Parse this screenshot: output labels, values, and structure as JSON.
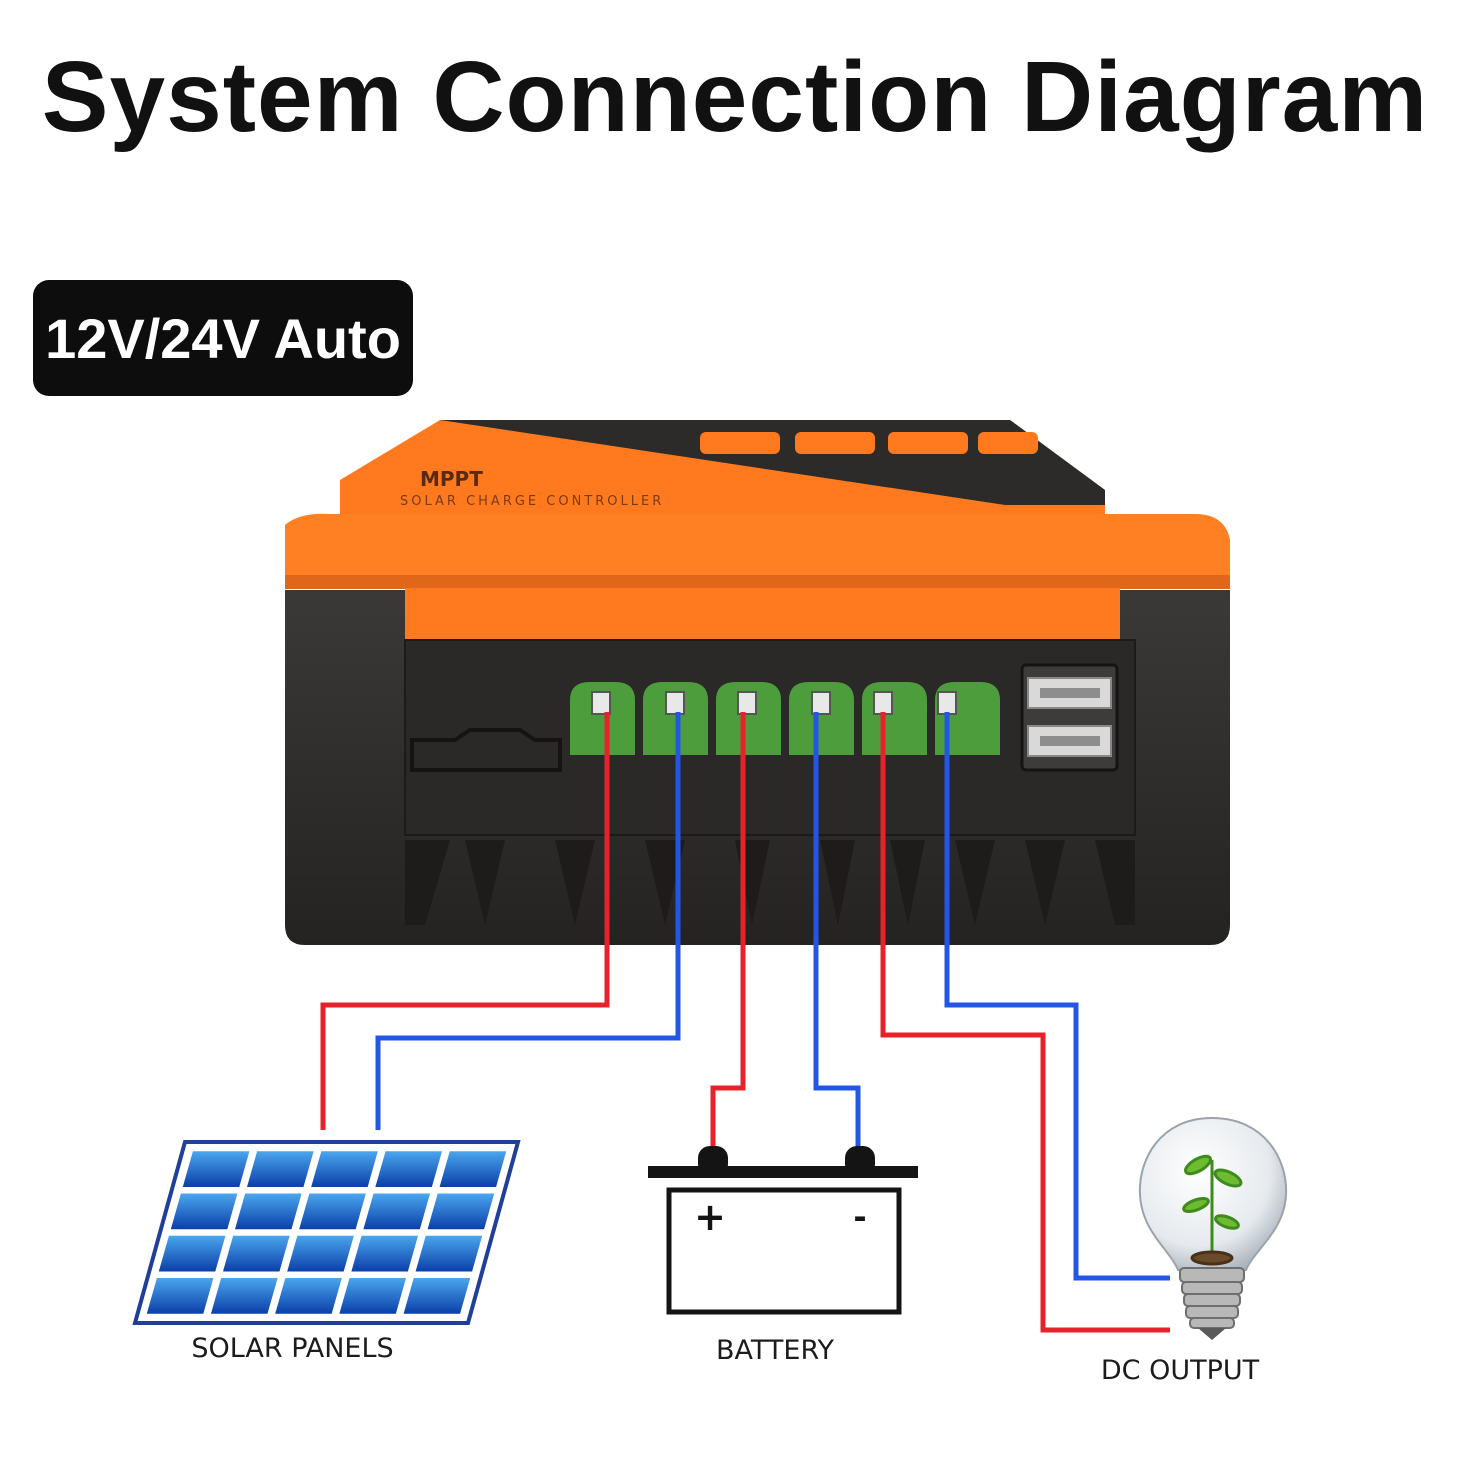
{
  "title": "System Connection Diagram",
  "badge": "12V/24V Auto",
  "controller": {
    "brand": "MPPT",
    "subtitle": "SOLAR CHARGE CONTROLLER",
    "body_color": "#2e2d2c",
    "accent_color": "#ff7a1f",
    "terminal_color": "#4e9d3d"
  },
  "wires": {
    "positive_color": "#e8222a",
    "negative_color": "#2356e6"
  },
  "components": {
    "solar_panels": "SOLAR PANELS",
    "battery": "BATTERY",
    "battery_plus": "+",
    "battery_minus": "-",
    "dc_output": "DC OUTPUT"
  },
  "icons": [
    "solar-panel-icon",
    "battery-icon",
    "light-bulb-icon",
    "usb-port-icon"
  ]
}
